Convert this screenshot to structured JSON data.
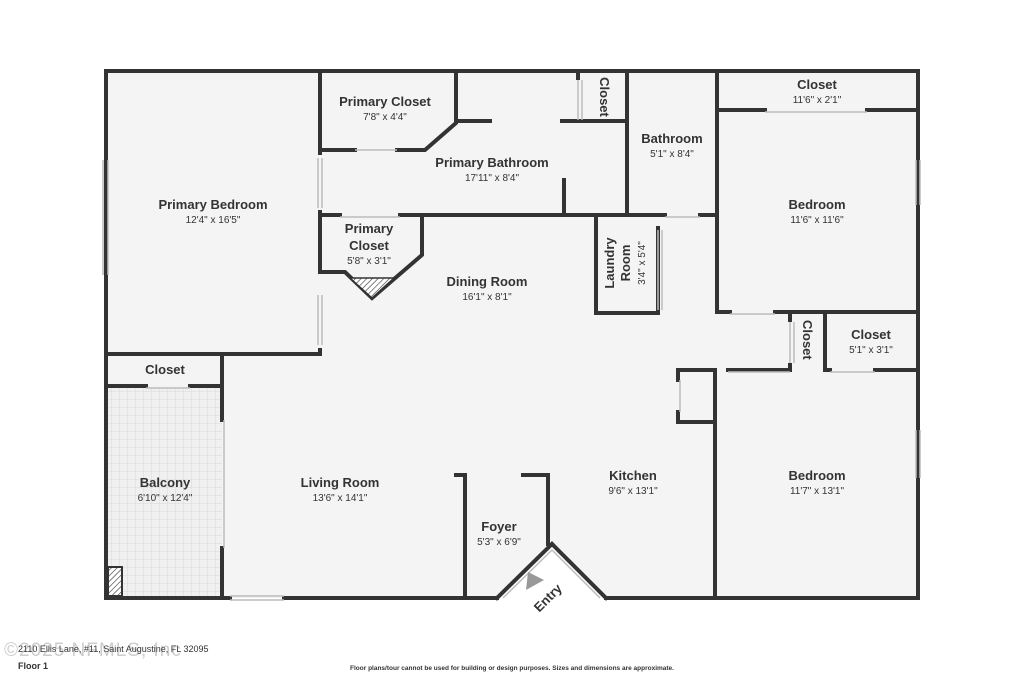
{
  "colors": {
    "wall": "#333333",
    "floor": "#f4f4f4",
    "balcony": "#f0f0f0",
    "tile": "#d8d8d8",
    "window": "#bcbcbc"
  },
  "rooms": {
    "primary_closet": {
      "name": "Primary Closet",
      "dims": "7'8\" x 4'4\""
    },
    "closet_small_vertical": {
      "name": "Closet"
    },
    "closet_top": {
      "name": "Closet",
      "dims": "11'6\" x 2'1\""
    },
    "primary_bedroom": {
      "name": "Primary Bedroom",
      "dims": "12'4\" x 16'5\""
    },
    "primary_bathroom": {
      "name": "Primary Bathroom",
      "dims": "17'11\" x 8'4\""
    },
    "bathroom": {
      "name": "Bathroom",
      "dims": "5'1\" x 8'4\""
    },
    "bedroom_upper": {
      "name": "Bedroom",
      "dims": "11'6\" x 11'6\""
    },
    "primary_closet_2": {
      "name_line1": "Primary",
      "name_line2": "Closet",
      "dims": "5'8\" x 3'1\""
    },
    "laundry": {
      "name_line1": "Laundry",
      "name_line2": "Room",
      "dims": "3'4\" x 5'4\""
    },
    "dining_room": {
      "name": "Dining Room",
      "dims": "16'1\" x 8'1\""
    },
    "closet_mid_vertical": {
      "name": "Closet"
    },
    "closet_mid": {
      "name": "Closet",
      "dims": "5'1\" x 3'1\""
    },
    "closet_left": {
      "name": "Closet"
    },
    "balcony": {
      "name": "Balcony",
      "dims": "6'10\" x 12'4\""
    },
    "living_room": {
      "name": "Living Room",
      "dims": "13'6\" x 14'1\""
    },
    "kitchen": {
      "name": "Kitchen",
      "dims": "9'6\" x 13'1\""
    },
    "bedroom_lower": {
      "name": "Bedroom",
      "dims": "11'7\" x 13'1\""
    },
    "foyer": {
      "name": "Foyer",
      "dims": "5'3\" x 6'9\""
    },
    "entry": {
      "name": "Entry"
    }
  },
  "footer": {
    "address": "2110 Ellis Lane, #11, Saint Augustine, FL 32095",
    "floor": "Floor 1",
    "disclaimer": "Floor plans/tour cannot be used for building or design purposes. Sizes and dimensions are approximate.",
    "watermark": "©2025 NFMLS, Inc"
  }
}
